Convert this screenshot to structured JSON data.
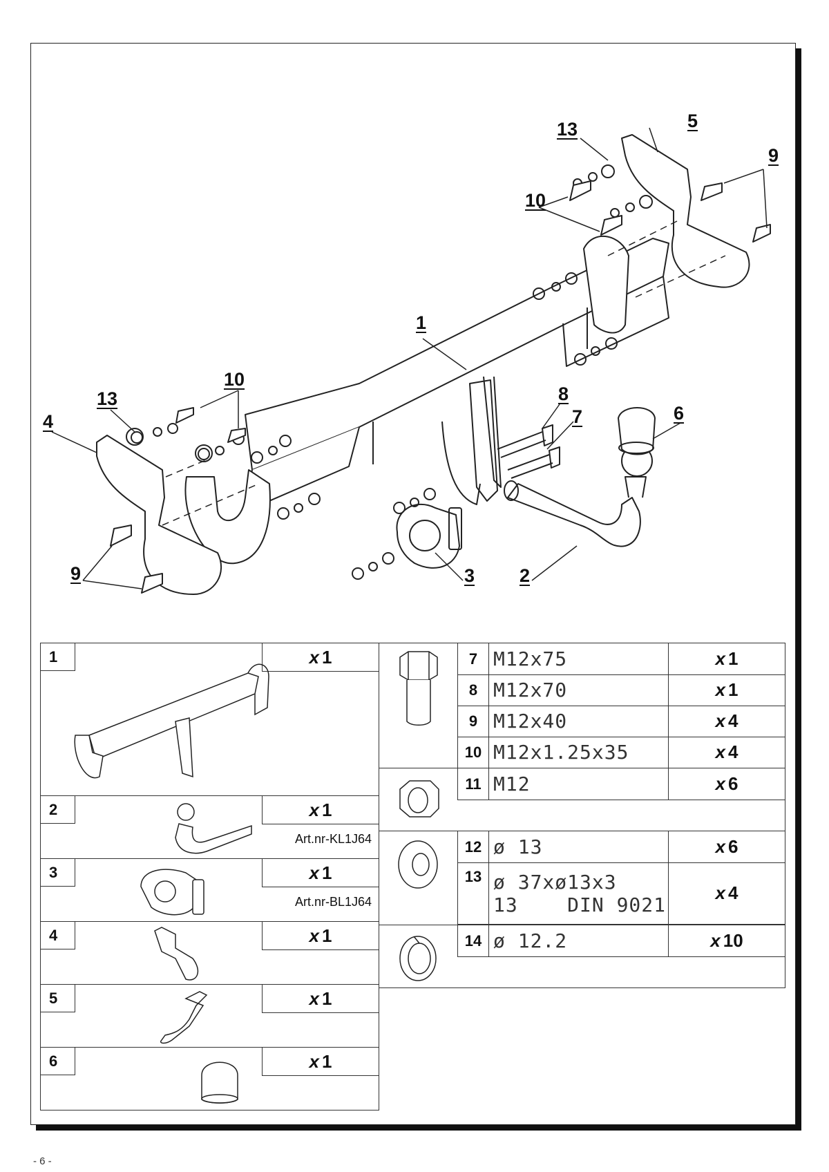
{
  "callouts": [
    "1",
    "2",
    "3",
    "4",
    "5",
    "6",
    "7",
    "8",
    "9",
    "9",
    "10",
    "10",
    "13",
    "13"
  ],
  "left_items": [
    {
      "num": "1",
      "qty_prefix": "x",
      "qty": "1",
      "art": ""
    },
    {
      "num": "2",
      "qty_prefix": "x",
      "qty": "1",
      "art": "Art.nr-KL1J64"
    },
    {
      "num": "3",
      "qty_prefix": "x",
      "qty": "1",
      "art": "Art.nr-BL1J64"
    },
    {
      "num": "4",
      "qty_prefix": "x",
      "qty": "1",
      "art": ""
    },
    {
      "num": "5",
      "qty_prefix": "x",
      "qty": "1",
      "art": ""
    },
    {
      "num": "6",
      "qty_prefix": "x",
      "qty": "1",
      "art": ""
    }
  ],
  "bolts": [
    {
      "num": "7",
      "desc": "M12x75",
      "qty_prefix": "x",
      "qty": "1"
    },
    {
      "num": "8",
      "desc": "M12x70",
      "qty_prefix": "x",
      "qty": "1"
    },
    {
      "num": "9",
      "desc": "M12x40",
      "qty_prefix": "x",
      "qty": "4"
    },
    {
      "num": "10",
      "desc": "M12x1.25x35",
      "qty_prefix": "x",
      "qty": "4"
    }
  ],
  "nut": {
    "num": "11",
    "desc": "M12",
    "qty_prefix": "x",
    "qty": "6"
  },
  "washers": [
    {
      "num": "12",
      "desc": "ø 13",
      "qty_prefix": "x",
      "qty": "6"
    },
    {
      "num": "13",
      "desc": "ø 37xø13x3",
      "desc2": "13    DIN 9021",
      "qty_prefix": "x",
      "qty": "4"
    }
  ],
  "spring": {
    "num": "14",
    "desc": "ø 12.2",
    "qty_prefix": "x",
    "qty": "10"
  },
  "page_number": "- 6 -"
}
